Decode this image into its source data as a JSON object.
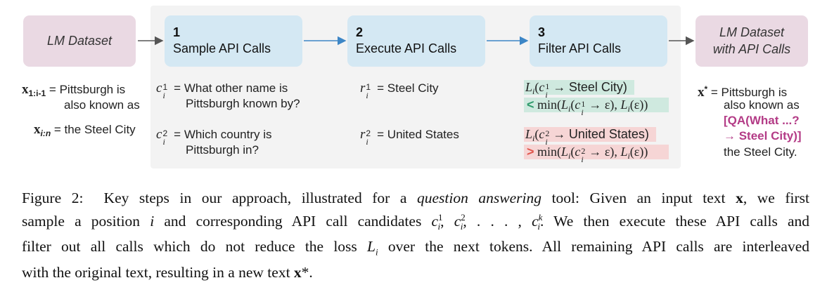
{
  "figure": {
    "input_box": "LM Dataset",
    "output_box_line1": "LM Dataset",
    "output_box_line2": "with API Calls",
    "steps": [
      {
        "number": "1",
        "label": "Sample API Calls"
      },
      {
        "number": "2",
        "label": "Execute API Calls"
      },
      {
        "number": "3",
        "label": "Filter API Calls"
      }
    ],
    "input_text": {
      "x1_label": "x",
      "x1_sub": "1:i-1",
      "x1_line1": "= Pittsburgh is",
      "x1_line2": "also known as",
      "x2_label": "x",
      "x2_sub": "i:n",
      "x2_line": "= the Steel City"
    },
    "samples": [
      {
        "var": "c",
        "sup": "1",
        "sub": "i",
        "line1": "= What other name is",
        "line2": "Pittsburgh known by?"
      },
      {
        "var": "c",
        "sup": "2",
        "sub": "i",
        "line1": "= Which country is",
        "line2": "Pittsburgh in?"
      }
    ],
    "results": [
      {
        "var": "r",
        "sup": "1",
        "sub": "i",
        "text": "= Steel City"
      },
      {
        "var": "r",
        "sup": "2",
        "sub": "i",
        "text": "= United States"
      }
    ],
    "filters": [
      {
        "result": "Steel City)",
        "symbol": "<",
        "color": "#2e9a6a"
      },
      {
        "result": "United States)",
        "symbol": ">",
        "color": "#e0574e"
      }
    ],
    "output_text": {
      "label": "x",
      "star": "*",
      "line1": "= Pittsburgh is",
      "line2": "also known as",
      "call1": "[QA(What ...?",
      "call2": "→ Steel City)]",
      "line3": "the Steel City."
    },
    "colors": {
      "input_box": "#ead9e3",
      "step_box": "#d4e8f3",
      "arrow": "#3d86c6",
      "keep": "#cfe9df",
      "drop": "#f6d5d5",
      "api_call": "#b33b86"
    }
  },
  "caption": {
    "prefix": "Figure 2:",
    "l1a": "Key steps in our approach, illustrated for a",
    "l1b": "question answering",
    "l1c": "tool:  Given an input text",
    "l1d": "x",
    "l1e": ", we first",
    "l2a": "sample a position",
    "l2b": "i",
    "l2c": "and corresponding API call candidates",
    "l2d": "c",
    "l2e": ". We then execute these API calls and",
    "l3a": "filter out all calls which do not reduce the loss",
    "l3b": "L",
    "l3c": "over the next tokens.  All remaining API calls are interleaved",
    "l4a": "with the original text, resulting in a new text",
    "l4b": "x",
    "l4c": "*."
  }
}
